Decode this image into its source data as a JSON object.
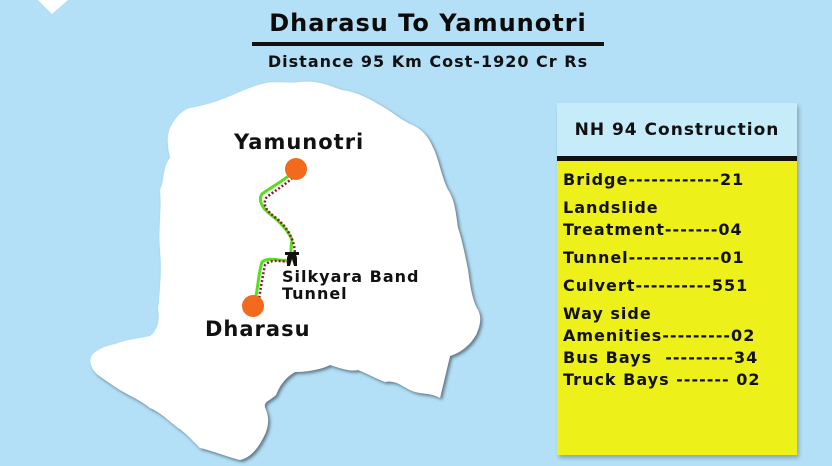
{
  "header": {
    "title": "Dharasu To Yamunotri",
    "subtitle": "Distance 95 Km Cost-1920 Cr Rs"
  },
  "map": {
    "places": {
      "start": "Dharasu",
      "end": "Yamunotri",
      "tunnel_line1": "Silkyara Band",
      "tunnel_line2": "Tunnel"
    },
    "colors": {
      "background": "#b3e0f7",
      "land": "#ffffff",
      "marker": "#f26a1b",
      "route_green": "#55e01e",
      "route_dots": "#8b1a2a"
    },
    "icons": [
      "tunnel-icon",
      "location-marker-icon"
    ]
  },
  "panel": {
    "title": "NH 94 Construction",
    "items": [
      {
        "label": "Bridge------------21"
      },
      {
        "label": "Landslide"
      },
      {
        "label": "Treatment-------04"
      },
      {
        "label": "Tunnel------------01"
      },
      {
        "label": "Culvert----------551"
      },
      {
        "label": "Way side"
      },
      {
        "label": "Amenities---------02"
      },
      {
        "label": "Bus Bays  ---------34"
      },
      {
        "label": "Truck Bays ------- 02"
      }
    ],
    "colors": {
      "header": "#c6ecf9",
      "body": "#eef01a"
    }
  }
}
